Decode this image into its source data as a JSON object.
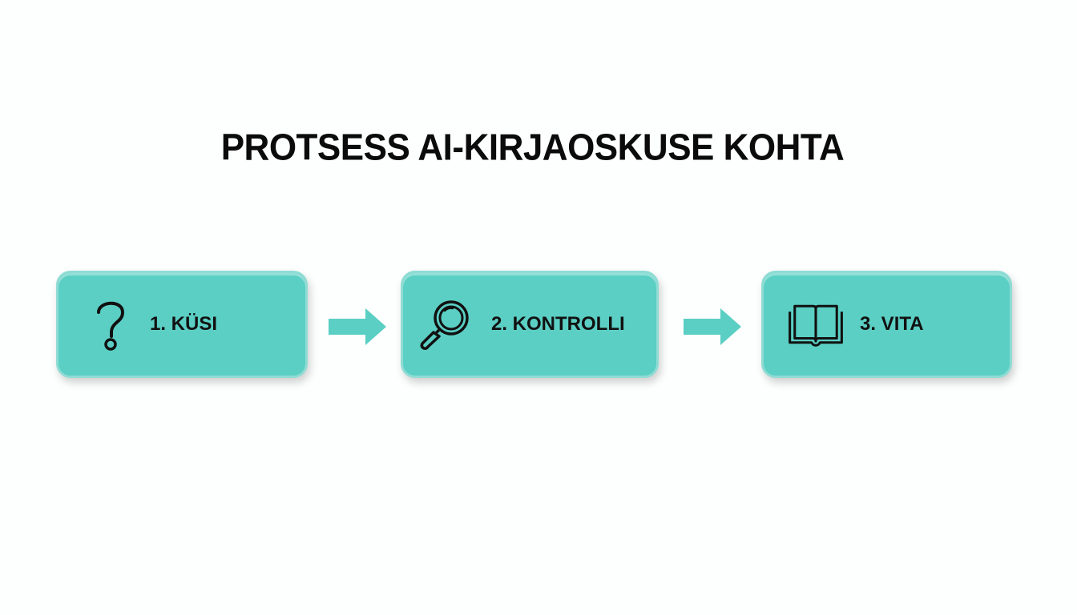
{
  "title": "PROTSESS AI-KIRJAOSKUSE KOHTA",
  "colors": {
    "box_fill": "#5bcfc4",
    "box_border": "#8fdcd4",
    "arrow": "#5bcfc4",
    "text": "#111111",
    "background": "#fdfefe"
  },
  "steps": [
    {
      "label": "1. KÜSI",
      "icon": "question-mark-icon"
    },
    {
      "label": "2. KONTROLLI",
      "icon": "magnifying-glass-icon"
    },
    {
      "label": "3. VITA",
      "icon": "open-book-icon"
    }
  ],
  "arrows": [
    {
      "from": "1. KÜSI",
      "to": "2. KONTROLLI"
    },
    {
      "from": "2. KONTROLLI",
      "to": "3. VITA"
    }
  ]
}
